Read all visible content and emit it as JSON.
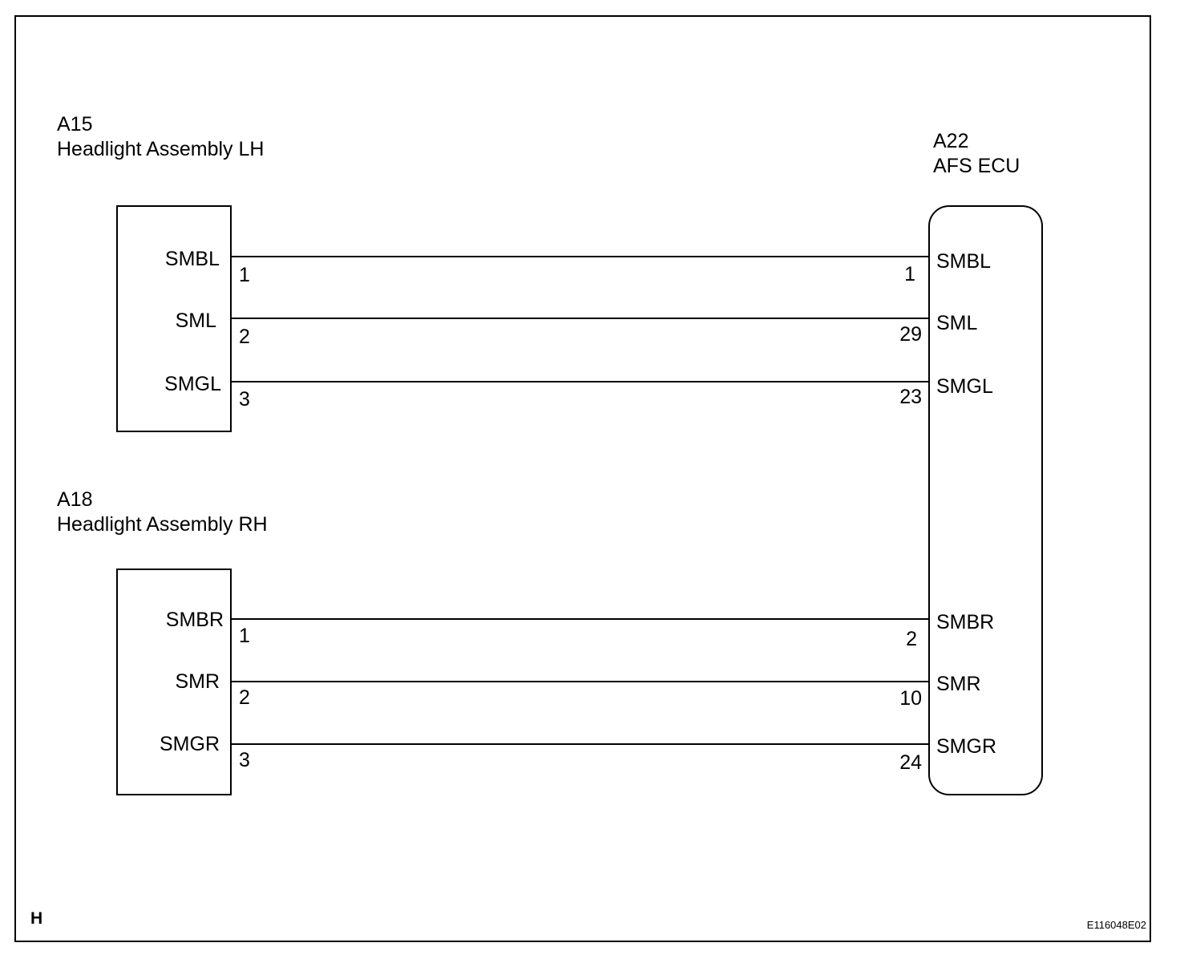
{
  "components": {
    "lh": {
      "id": "A15",
      "name": "Headlight Assembly LH"
    },
    "rh": {
      "id": "A18",
      "name": "Headlight Assembly RH"
    },
    "ecu": {
      "id": "A22",
      "name": "AFS ECU"
    }
  },
  "wires": [
    {
      "signal_left": "SMBL",
      "pin_left": "1",
      "pin_right": "1",
      "signal_right": "SMBL"
    },
    {
      "signal_left": "SML",
      "pin_left": "2",
      "pin_right": "29",
      "signal_right": "SML"
    },
    {
      "signal_left": "SMGL",
      "pin_left": "3",
      "pin_right": "23",
      "signal_right": "SMGL"
    },
    {
      "signal_left": "SMBR",
      "pin_left": "1",
      "pin_right": "2",
      "signal_right": "SMBR"
    },
    {
      "signal_left": "SMR",
      "pin_left": "2",
      "pin_right": "10",
      "signal_right": "SMR"
    },
    {
      "signal_left": "SMGR",
      "pin_left": "3",
      "pin_right": "24",
      "signal_right": "SMGR"
    }
  ],
  "corner_mark": "H",
  "figure_code": "E116048E02"
}
